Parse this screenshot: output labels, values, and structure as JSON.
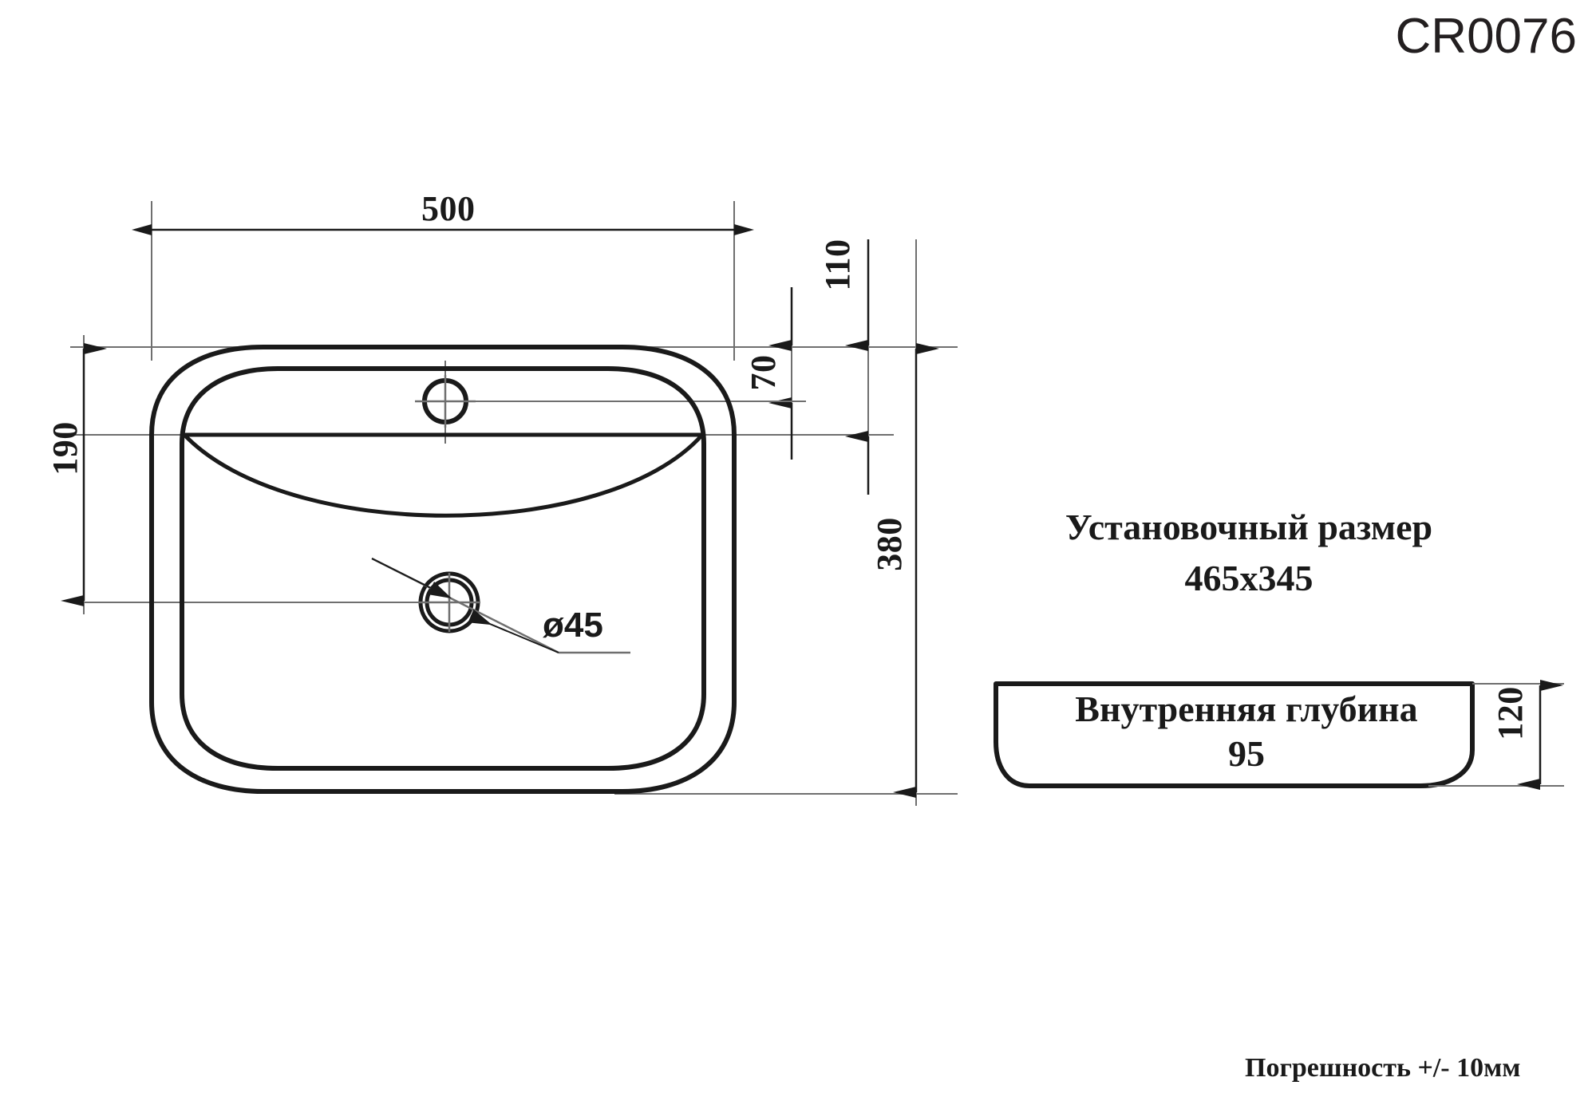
{
  "drawing": {
    "part_code": "CR0076",
    "units_note": "Погрешность +/- 10мм"
  },
  "top_view": {
    "name": "washbasin-top-view",
    "dimensions": {
      "width_overall": "500",
      "depth_overall": "380",
      "front_to_shelf": "190",
      "edge_to_faucet_hole": "70",
      "edge_to_shelf_line": "110",
      "drain_diameter": "ø45"
    }
  },
  "notes": {
    "install_title": "Установочный размер",
    "install_value": "465х345",
    "depth_title": "Внутренняя глубина",
    "depth_value": "95",
    "profile_height": "120"
  },
  "icons": {
    "faucet_hole": "circle-crosshair-icon",
    "drain_hole": "concentric-circle-crosshair-icon",
    "leader_arrow": "double-arrow-leader-icon"
  },
  "colors": {
    "ink": "#1a1a1a",
    "thin_line": "#6f6f6f",
    "background": "#ffffff"
  }
}
